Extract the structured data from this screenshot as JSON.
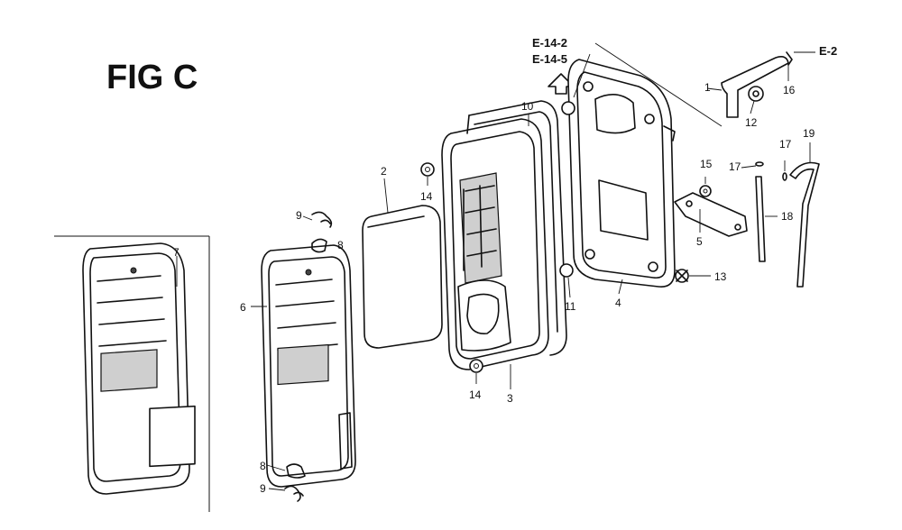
{
  "figure": {
    "title": "FIG C",
    "refs": [
      "E-14-2",
      "E-14-5",
      "E-2"
    ]
  },
  "parts": {
    "p1": "1",
    "p2": "2",
    "p3": "3",
    "p4": "4",
    "p5": "5",
    "p6": "6",
    "p7": "7",
    "p8a": "8",
    "p8b": "8",
    "p9a": "9",
    "p9b": "9",
    "p10": "10",
    "p11": "11",
    "p12": "12",
    "p13": "13",
    "p14a": "14",
    "p14b": "14",
    "p15": "15",
    "p16": "16",
    "p17a": "17",
    "p17b": "17",
    "p18": "18",
    "p19": "19"
  }
}
